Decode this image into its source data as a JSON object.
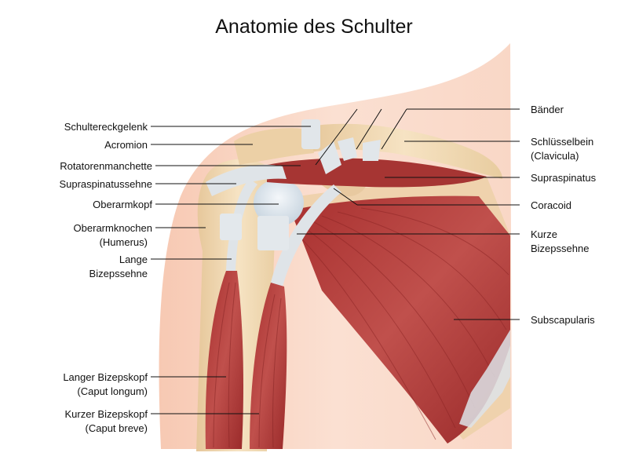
{
  "title": "Anatomie des Schulter",
  "labels_left": {
    "schultereckgelenk": "Schultereckgelenk",
    "acromion": "Acromion",
    "rotatorenmanchette": "Rotatorenmanchette",
    "supraspinatussehne": "Supraspinatussehne",
    "oberarmkopf": "Oberarmkopf",
    "oberarmknochen": "Oberarmknochen",
    "humerus": "(Humerus)",
    "lange": "Lange",
    "bizepssehne": "Bizepssehne",
    "langer_bizepskopf": "Langer Bizepskopf",
    "caput_longum": "(Caput longum)",
    "kurzer_bizepskopf": "Kurzer Bizepskopf",
    "caput_breve": "(Caput breve)"
  },
  "labels_right": {
    "baender": "Bänder",
    "schluesselbein": "Schlüsselbein",
    "clavicula": "(Clavicula)",
    "supraspinatus": "Supraspinatus",
    "coracoid": "Coracoid",
    "kurze": "Kurze",
    "bizepssehne": "Bizepssehne",
    "subscapularis": "Subscapularis"
  },
  "colors": {
    "skin": "#f8d6c4",
    "bone": "#f2dcb6",
    "muscle": "#b5423f",
    "tendon": "#dfe4e8"
  }
}
